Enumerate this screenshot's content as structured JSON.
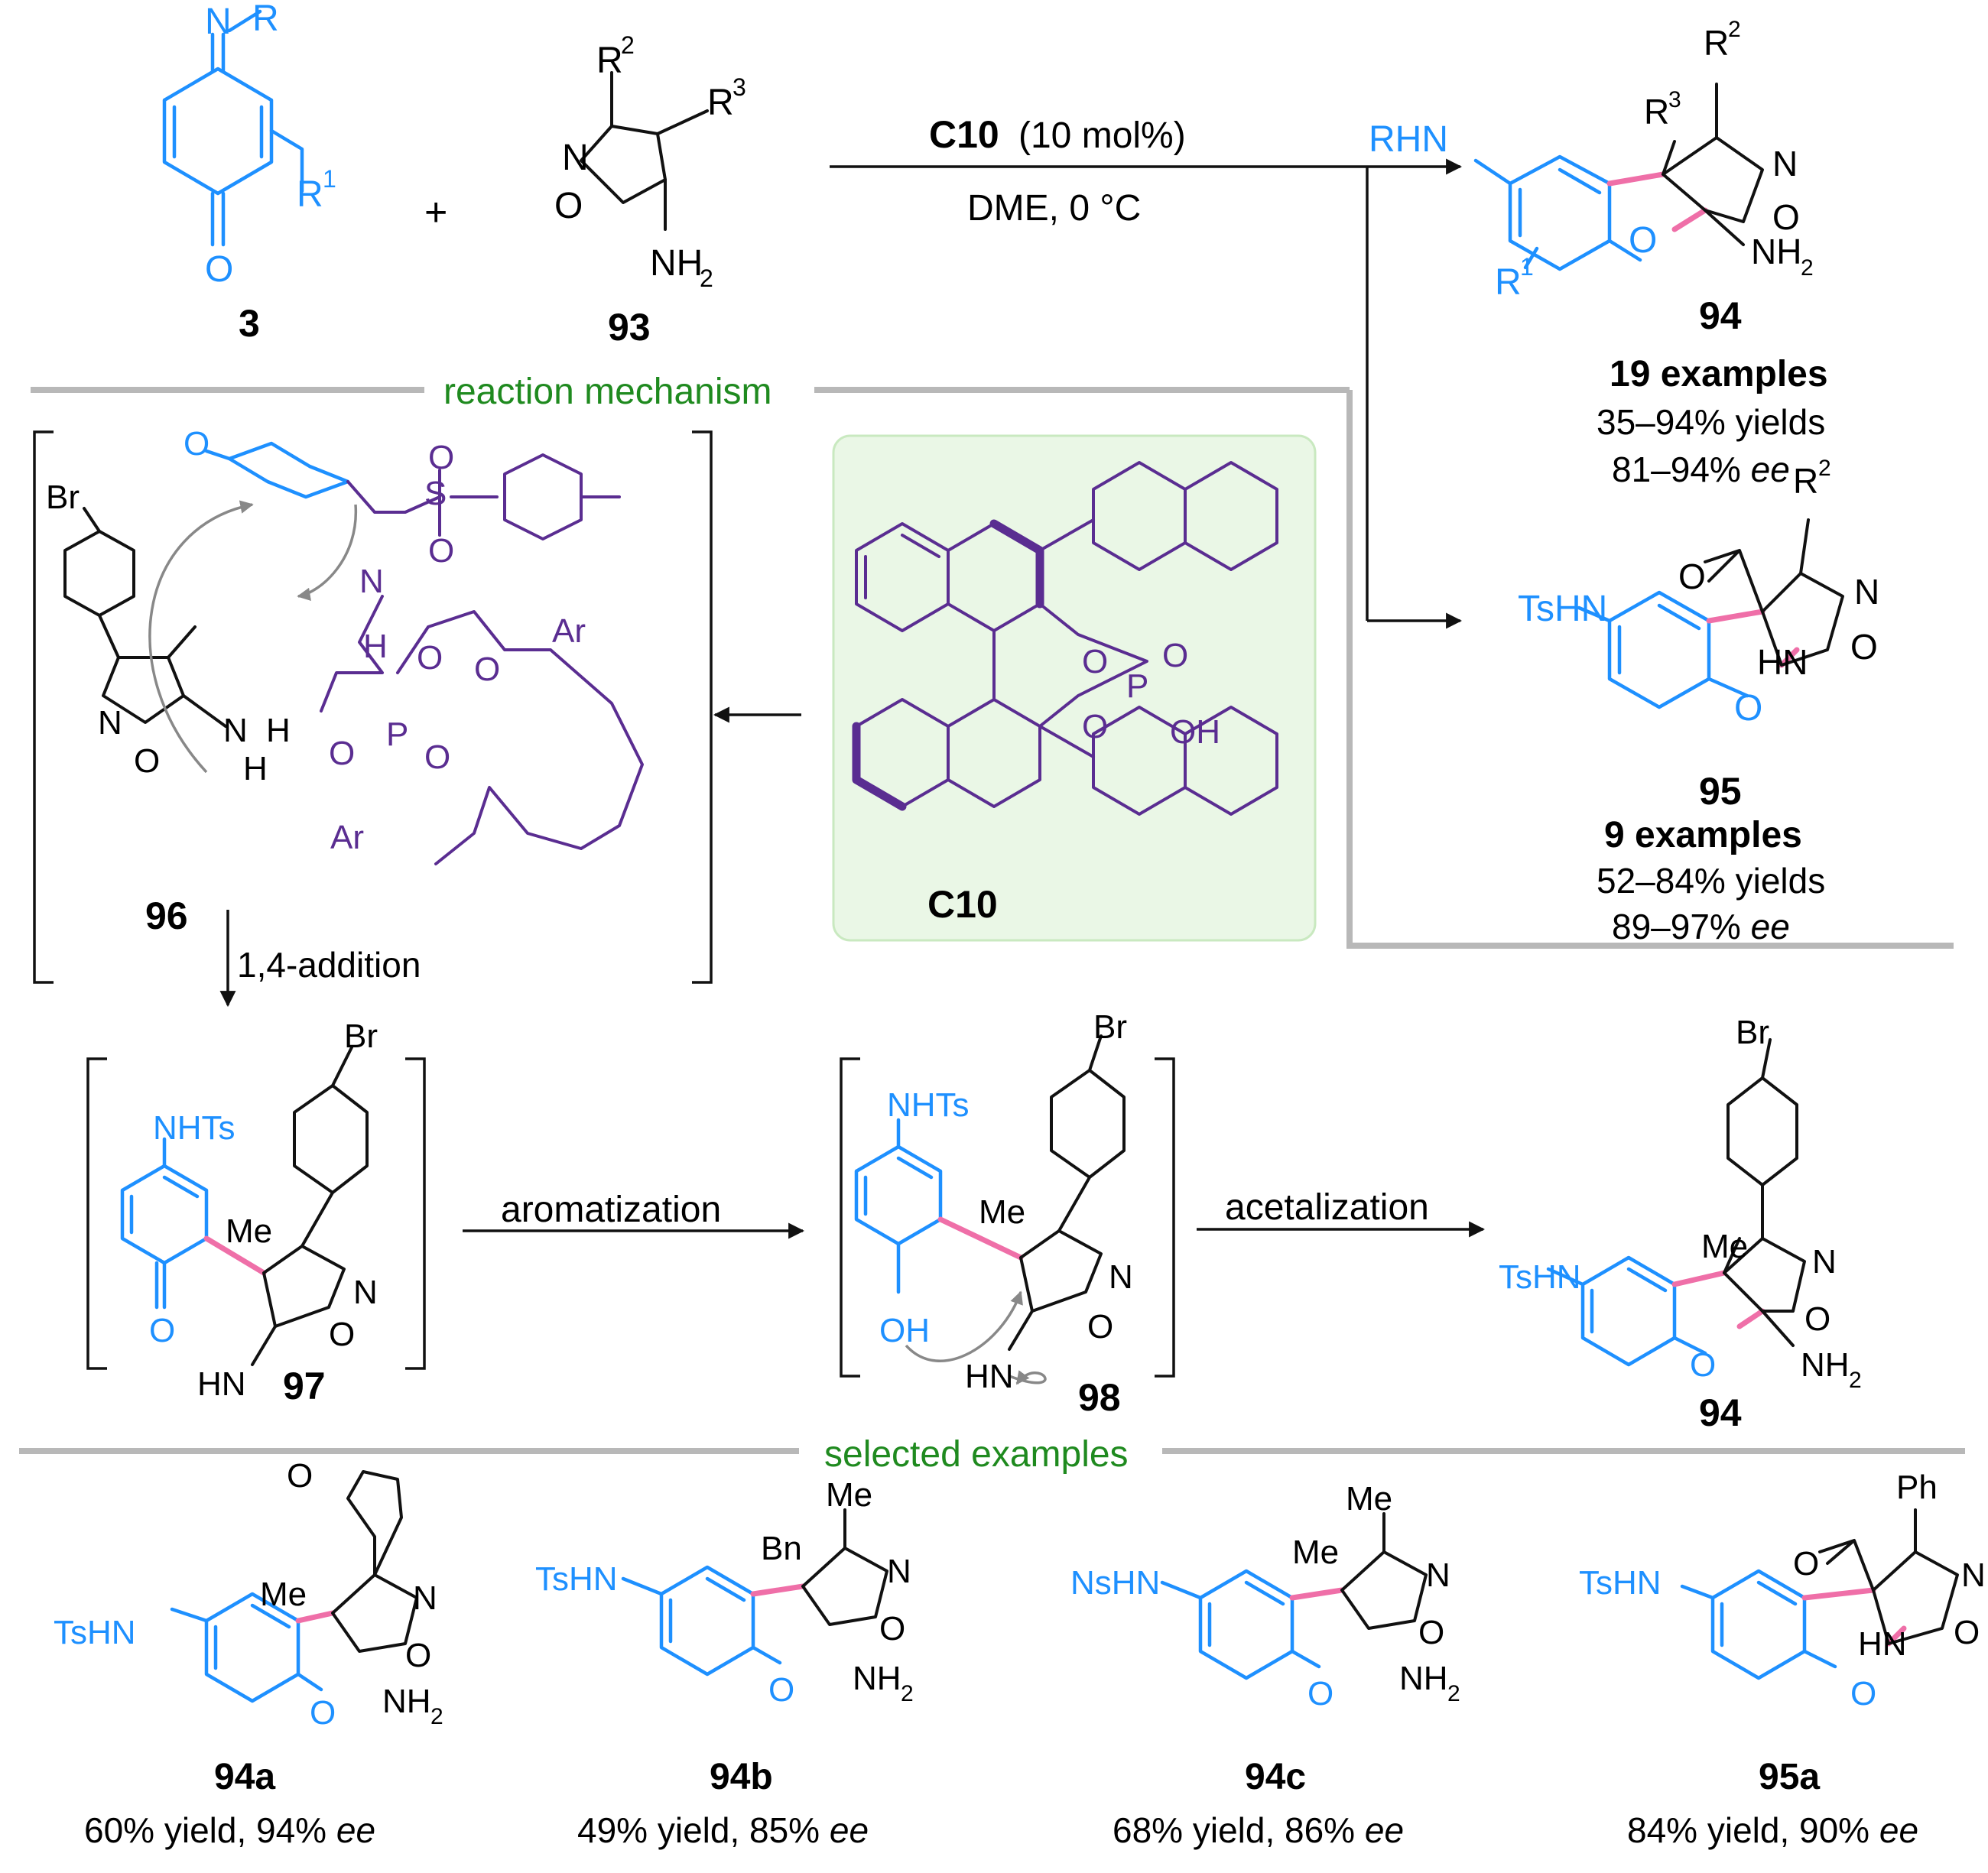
{
  "reaction": {
    "reactant1_label": "3",
    "reactant2_label": "93",
    "plus": "+",
    "catalyst": "C10",
    "catalyst_loading": "(10 mol%)",
    "conditions": "DME, 0 °C"
  },
  "product94": {
    "label": "94",
    "examples": "19 examples",
    "yields": "35–94% yields",
    "ee_value": "81–94%",
    "ee_unit": "ee"
  },
  "product95": {
    "label": "95",
    "examples": "9 examples",
    "yields": "52–84% yields",
    "ee_value": "89–97%",
    "ee_unit": "ee"
  },
  "sections": {
    "mechanism": "reaction mechanism",
    "examples": "selected examples"
  },
  "catalyst_label": "C10",
  "intermediates": {
    "i96": "96",
    "i97": "97",
    "i98": "98",
    "final": "94"
  },
  "steps": {
    "addition": "1,4-addition",
    "aromatization": "aromatization",
    "acetalization": "acetalization"
  },
  "atoms": {
    "R": "R",
    "R1": "R",
    "sup1": "1",
    "R2": "R",
    "sup2": "2",
    "R3": "R",
    "sup3": "3",
    "N": "N",
    "O": "O",
    "NH2": "NH",
    "sub2": "2",
    "RHN": "RHN",
    "TsHN": "TsHN",
    "NsHN": "NsHN",
    "HN": "HN",
    "Br": "Br",
    "Me": "Me",
    "Bn": "Bn",
    "Ph": "Ph",
    "NHTs": "NHTs",
    "OH": "OH",
    "H": "H",
    "S": "S",
    "P": "P",
    "Ar": "Ar"
  },
  "selected_examples": [
    {
      "label": "94a",
      "result": "60% yield, 94%",
      "ee": "ee"
    },
    {
      "label": "94b",
      "result": "49% yield, 85%",
      "ee": "ee"
    },
    {
      "label": "94c",
      "result": "68% yield, 86%",
      "ee": "ee"
    },
    {
      "label": "95a",
      "result": "84% yield, 90%",
      "ee": "ee"
    }
  ]
}
